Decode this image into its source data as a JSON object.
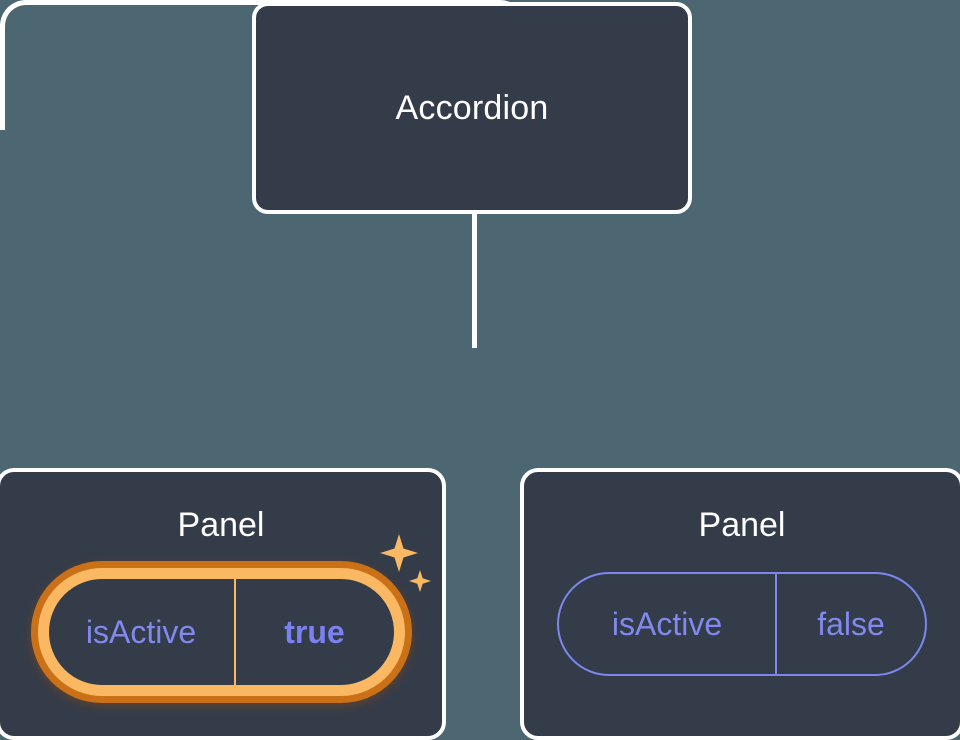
{
  "theme": {
    "background": "#4c6672",
    "node_fill": "#343c4a",
    "node_border": "#ffffff",
    "connector": "#ffffff",
    "prop_text": "#8188ee",
    "prop_border": "#7f85ef",
    "highlight_inner": "#fab862",
    "highlight_outer": "#ca7117",
    "sparkle": "#fbb862"
  },
  "tree": {
    "root": {
      "title": "Accordion"
    },
    "children": [
      {
        "title": "Panel",
        "highlighted": true,
        "prop": {
          "key": "isActive",
          "value": "true"
        },
        "sparkle_icon": "sparkles-icon"
      },
      {
        "title": "Panel",
        "highlighted": false,
        "prop": {
          "key": "isActive",
          "value": "false"
        }
      }
    ]
  }
}
